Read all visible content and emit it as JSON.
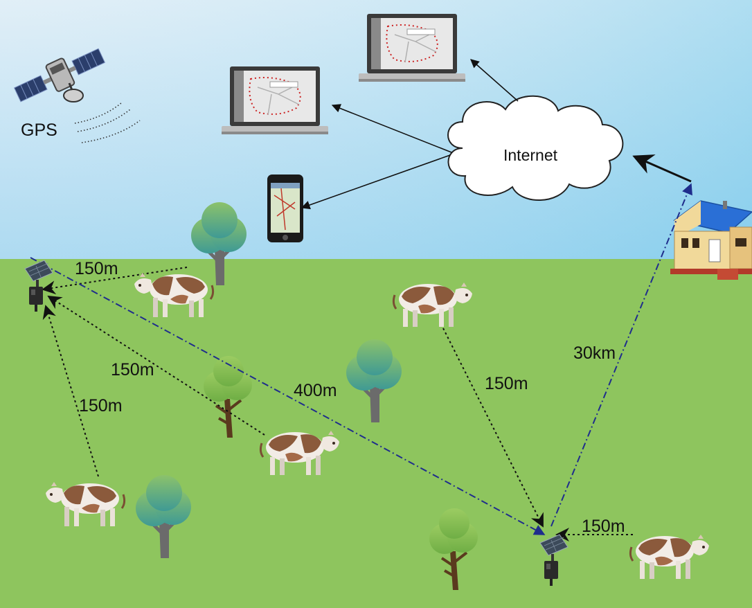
{
  "labels": {
    "gps": "GPS",
    "internet": "Internet",
    "d_top_link": "150m",
    "d_mid_link": "150m",
    "d_left_link": "150m",
    "d_gateway_link": "400m",
    "d_right_cow_link": "150m",
    "d_house_link": "30km",
    "d_bottom_right_link": "150m"
  },
  "colors": {
    "sky_top": "#dcecf6",
    "sky_bottom": "#9fd4ef",
    "grass": "#8ec55e",
    "link_black": "#111111",
    "link_blue": "#1f2d8c",
    "cloud_fill": "#ffffff",
    "cloud_stroke": "#222222"
  },
  "icons": [
    "satellite-icon",
    "laptop-icon",
    "smartphone-icon",
    "cloud-icon",
    "house-icon",
    "solar-gateway-icon",
    "cow-icon",
    "tree-icon"
  ]
}
